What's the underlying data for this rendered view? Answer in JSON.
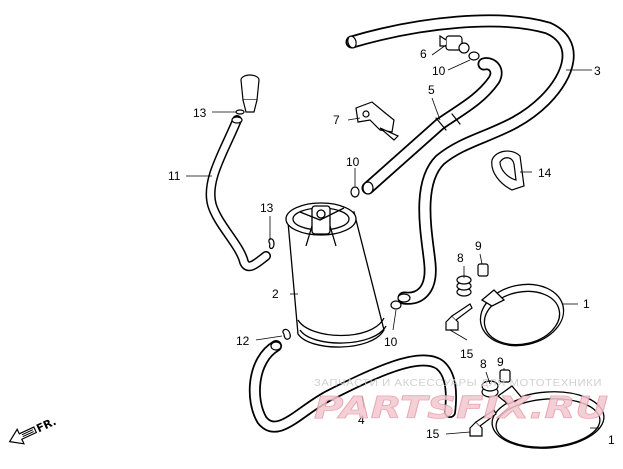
{
  "callouts": {
    "c1a": "1",
    "c1b": "1",
    "c2": "2",
    "c3": "3",
    "c4": "4",
    "c5": "5",
    "c6": "6",
    "c7": "7",
    "c8a": "8",
    "c8b": "8",
    "c9a": "9",
    "c9b": "9",
    "c10a": "10",
    "c10b": "10",
    "c10c": "10",
    "c11": "11",
    "c12": "12",
    "c13a": "13",
    "c13b": "13",
    "c14": "14",
    "c15a": "15",
    "c15b": "15"
  },
  "direction_label": "FR.",
  "watermark": {
    "text": "ЗАПЧАСТИ И АКСЕССУАРЫ ДЛЯ МОТОТЕХНИКИ",
    "logo": "PARTSFIX.RU"
  }
}
